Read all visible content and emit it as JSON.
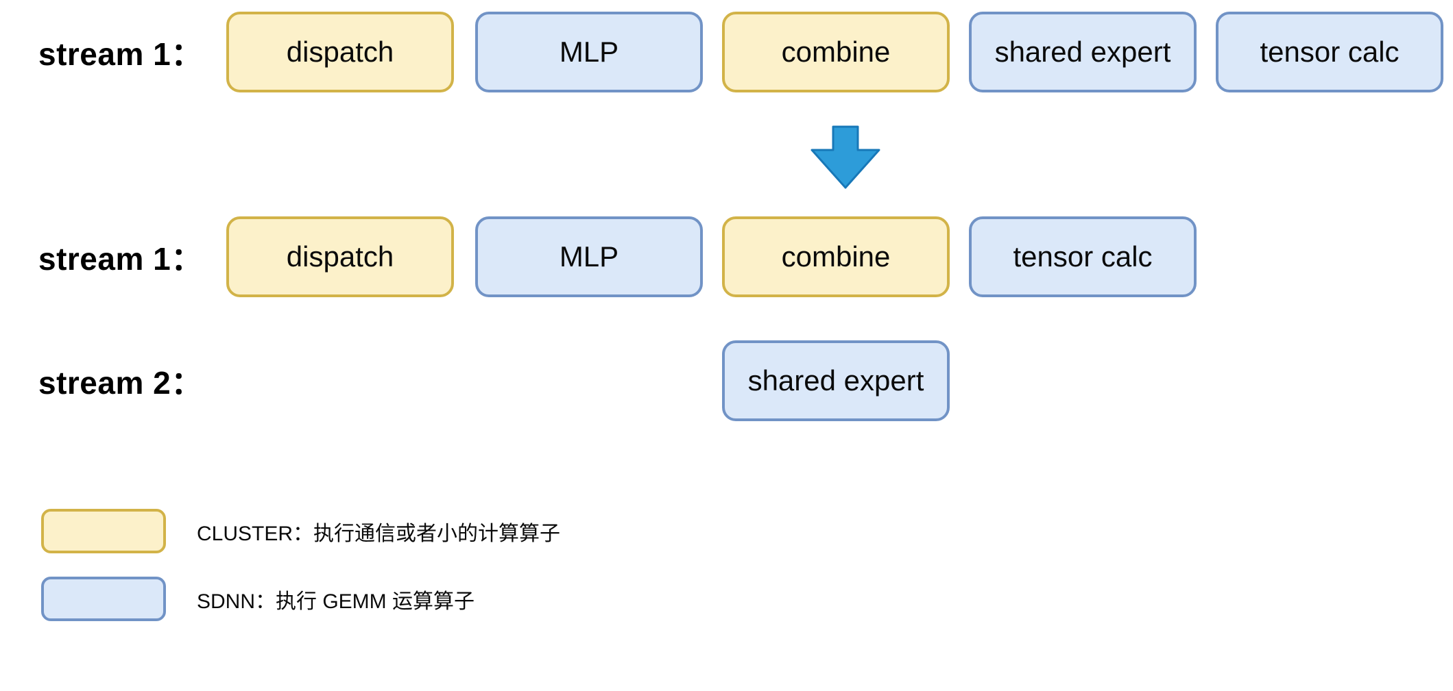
{
  "colors": {
    "cluster_fill": "#FCF1CA",
    "cluster_border": "#D2B348",
    "sdnn_fill": "#DBE8F9",
    "sdnn_border": "#7193C6",
    "arrow_fill": "#2D9CD9",
    "arrow_border": "#1878B8"
  },
  "rows": [
    {
      "label": "stream 1：",
      "boxes": [
        {
          "label": "dispatch",
          "type": "cluster"
        },
        {
          "label": "MLP",
          "type": "sdnn"
        },
        {
          "label": "combine",
          "type": "cluster"
        },
        {
          "label": "shared expert",
          "type": "sdnn"
        },
        {
          "label": "tensor calc",
          "type": "sdnn"
        }
      ]
    },
    {
      "label": "stream 1：",
      "boxes": [
        {
          "label": "dispatch",
          "type": "cluster"
        },
        {
          "label": "MLP",
          "type": "sdnn"
        },
        {
          "label": "combine",
          "type": "cluster"
        },
        {
          "label": "tensor calc",
          "type": "sdnn"
        }
      ]
    },
    {
      "label": "stream 2：",
      "boxes": [
        {
          "label": "shared expert",
          "type": "sdnn"
        }
      ]
    }
  ],
  "arrow": {
    "name": "down-arrow"
  },
  "legend": [
    {
      "type": "cluster",
      "text": "CLUSTER：执行通信或者小的计算算子"
    },
    {
      "type": "sdnn",
      "text": "SDNN：执行 GEMM 运算算子"
    }
  ]
}
